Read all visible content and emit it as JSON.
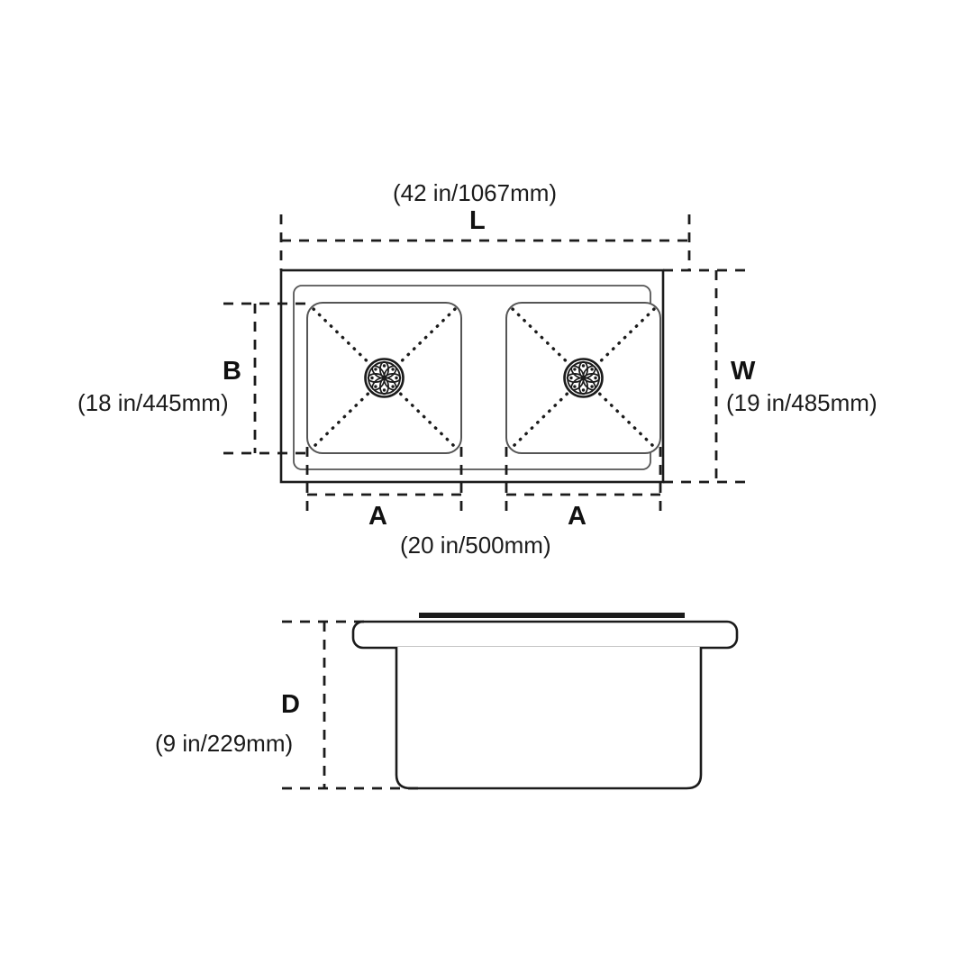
{
  "drawing": {
    "title": "Double bowl sink dimension drawing",
    "views": [
      {
        "name": "top-view",
        "label": "Top view of double bowl drop-in sink"
      },
      {
        "name": "side-view",
        "label": "Side elevation of sink bowl"
      }
    ],
    "line_color": "#1b1b1b",
    "background": "#ffffff"
  },
  "dimensions": {
    "length": {
      "letter": "L",
      "value": "(42 in/1067mm)",
      "inches": 42,
      "mm": 1067
    },
    "bowl_width": {
      "letter": "B",
      "value": "(18 in/445mm)",
      "inches": 18,
      "mm": 445
    },
    "overall_width": {
      "letter": "W",
      "value": "(19 in/485mm)",
      "inches": 19,
      "mm": 485
    },
    "bowl_length": {
      "letter": "A",
      "letter_second": "A",
      "value": "(20 in/500mm)",
      "inches": 20,
      "mm": 500
    },
    "depth": {
      "letter": "D",
      "value": "(9 in/229mm)",
      "inches": 9,
      "mm": 229
    }
  },
  "components": {
    "bowl_left": "left-bowl",
    "bowl_right": "right-bowl",
    "drain_left": "left-drain-strainer",
    "drain_right": "right-drain-strainer",
    "rim": "sink-rim",
    "basin_body": "basin-body"
  }
}
